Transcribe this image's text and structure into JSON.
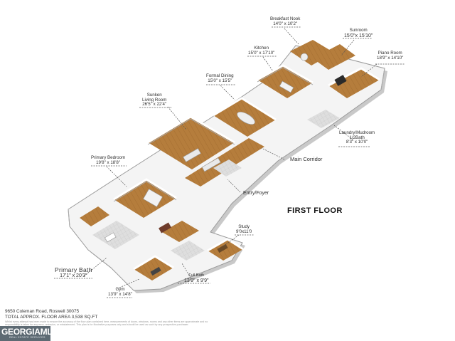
{
  "floor_title": "FIRST FLOOR",
  "rooms": {
    "breakfast_nook": {
      "name": "Breakfast Nook",
      "dims": "14'0\" x 10'2\""
    },
    "sunroom": {
      "name": "Sunroom",
      "dims": "15'0\"x 15'10\""
    },
    "kitchen": {
      "name": "Kitchen",
      "dims": "15'0\" x 17'10\""
    },
    "piano_room": {
      "name": "Piano Room",
      "dims": "18'9\" x 14'10\""
    },
    "formal_dining": {
      "name": "Formal Dining",
      "dims": "15'0\" x 15'5\""
    },
    "sunken_living": {
      "name": "Sunken",
      "name2": "Living Room",
      "dims": "26'5\" x 22'4\""
    },
    "laundry": {
      "name": "Laundry/Mudroom",
      "name2": "1/2Bath",
      "dims": "8'3\" x 10'0\""
    },
    "main_corridor": {
      "name": "Main Corridor"
    },
    "primary_bedroom": {
      "name": "Primary Bedroom",
      "dims": "19'8\" x 18'8\""
    },
    "entry": {
      "name": "Entry/Foyer"
    },
    "study": {
      "name": "Study",
      "dims": "9'0x11'0"
    },
    "primary_bath": {
      "name": "Primary Bath",
      "dims": "17'1\" x 20'3\""
    },
    "full_bath": {
      "name": "Full Bath",
      "dims": "13'9\" x 9'9\""
    },
    "gym": {
      "name": "Gym",
      "dims": "13'9\" x 14'8\""
    }
  },
  "footer": {
    "address": "9650 Coleman Road, Roswell 30075",
    "area": "TOTAL APPROX. FLOOR AREA 3,538 SQ.FT",
    "disclaimer": "Whilst every attempt has been made to ensure the accuracy of the floor plan contained here, measurements of doors, windows, rooms and any other items are approximate and no responsibility is taken for any error, omission, or misstatement. This plan is for illustrative purposes only and should be used as such by any prospective purchaser."
  },
  "logo": {
    "text": "GEORGIAMLS",
    "sub": "REAL ESTATE SERVICES"
  },
  "colors": {
    "wood": "#b57d3c",
    "wall": "#ffffff",
    "wall_side": "#c4c4c4",
    "tile": "#d8d8d8",
    "leader": "#555555"
  }
}
